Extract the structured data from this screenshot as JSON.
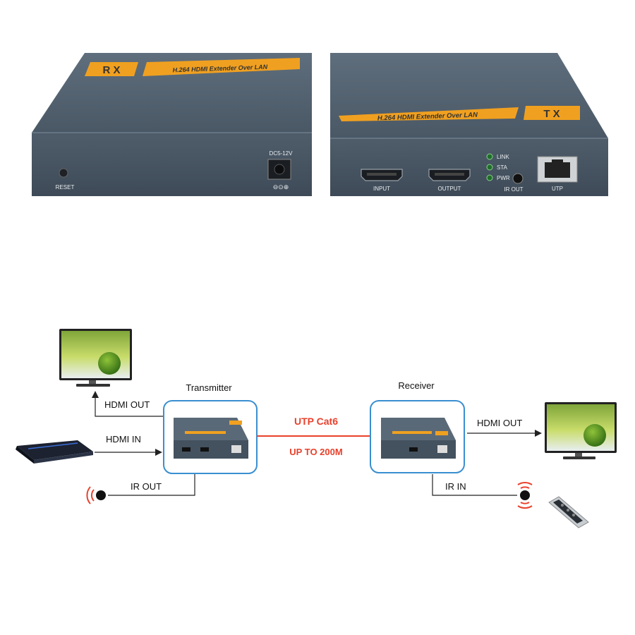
{
  "devices": {
    "rx": {
      "badge": "R X",
      "banner": "H.264 HDMI Extender Over LAN",
      "reset_label": "RESET",
      "power_label": "DC5-12V",
      "polarity_label": "⊖⊙⊕"
    },
    "tx": {
      "banner": "H.264 HDMI Extender Over LAN",
      "badge": "T X",
      "ports": {
        "input": "INPUT",
        "output": "OUTPUT",
        "ir_out": "IR OUT",
        "utp": "UTP"
      },
      "leds": [
        "LINK",
        "STA",
        "PWR"
      ]
    }
  },
  "diagram": {
    "transmitter_label": "Transmitter",
    "receiver_label": "Receiver",
    "cable_label": "UTP Cat6",
    "distance_label": "UP TO 200M",
    "tx_hdmi_out": "HDMI OUT",
    "tx_hdmi_in": "HDMI IN",
    "tx_ir_out": "IR OUT",
    "rx_hdmi_out": "HDMI OUT",
    "rx_ir_in": "IR IN"
  },
  "colors": {
    "device_body": "#4a5866",
    "device_top": "#5a6977",
    "banner_orange": "#f0a020",
    "cable_red": "#e8412c",
    "box_blue": "#3a8fd0"
  }
}
